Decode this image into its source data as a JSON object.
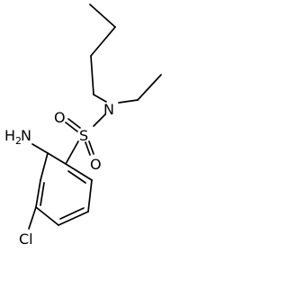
{
  "molecule": {
    "atom_labels": {
      "amine_N": "N",
      "amine_H": "H",
      "amine_H_count": "2",
      "sulfur": "S",
      "oxygen_left": "O",
      "oxygen_bottom": "O",
      "sulfonamide_N": "N",
      "chlorine": "Cl"
    }
  }
}
